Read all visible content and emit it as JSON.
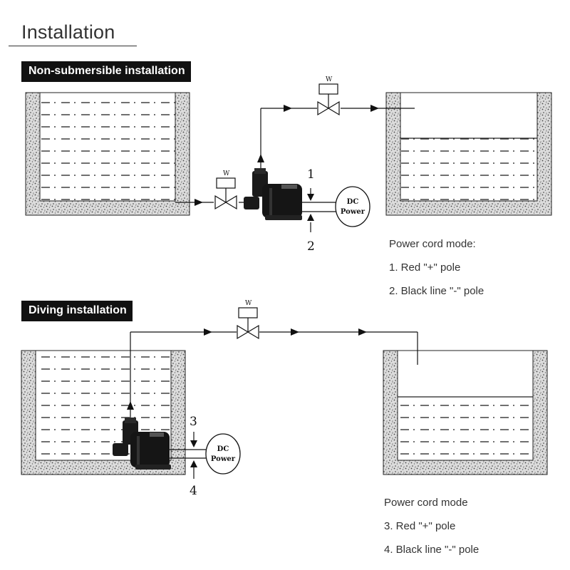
{
  "page": {
    "title": "Installation"
  },
  "non_submersible": {
    "banner": "Non-submersible installation",
    "valve_label_1": "W",
    "valve_label_2": "W",
    "marker_1": "1",
    "marker_2": "2",
    "dc_top": "DC",
    "dc_bottom": "Power",
    "notes": {
      "heading": "Power cord mode:",
      "line1": "1. Red \"+\" pole",
      "line2": "2. Black line \"-\" pole"
    }
  },
  "diving": {
    "banner": "Diving installation",
    "valve_label": "W",
    "marker_3": "3",
    "marker_4": "4",
    "dc_top": "DC",
    "dc_bottom": "Power",
    "notes": {
      "heading": "Power cord mode",
      "line1": "3. Red \"+\" pole",
      "line2": "4. Black line \"-\" pole"
    }
  },
  "colors": {
    "ink": "#111111",
    "banner_bg": "#111111",
    "banner_text": "#ffffff",
    "tank_wall": "#d9d9d9"
  }
}
